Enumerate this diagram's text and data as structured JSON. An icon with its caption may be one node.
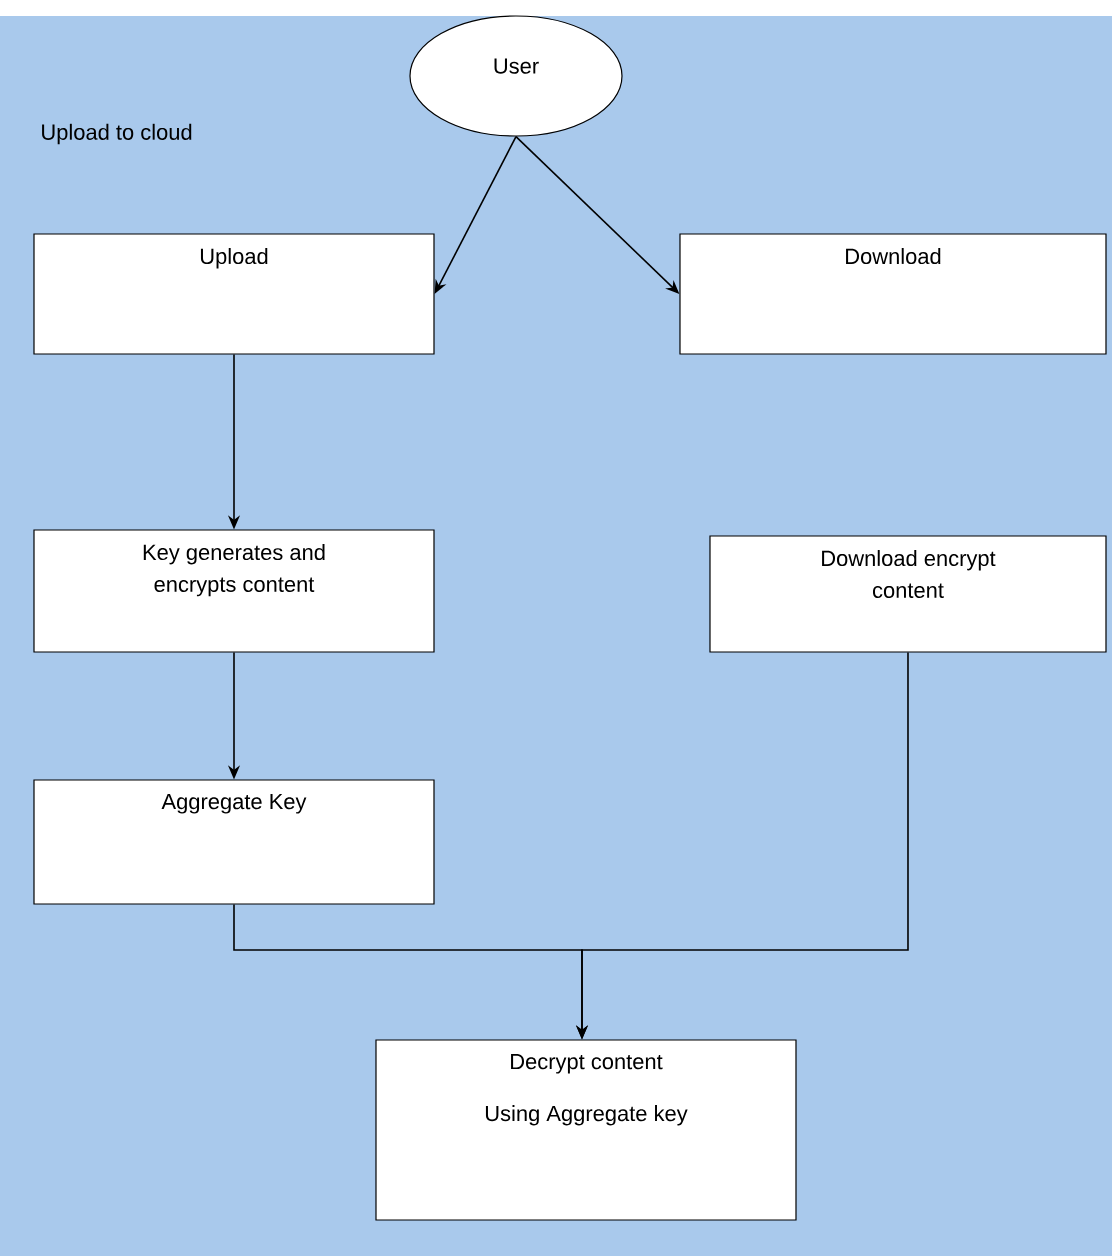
{
  "diagram": {
    "nodes": [
      {
        "text": [
          "User"
        ]
      },
      {
        "text": [
          "Upload"
        ]
      },
      {
        "text": [
          "Download"
        ]
      },
      {
        "text": [
          "Key generates and encrypts content"
        ]
      },
      {
        "text": [
          "Download encrypt content"
        ]
      },
      {
        "text": [
          "Aggregate Key"
        ]
      },
      {
        "text": [
          "Decrypt content",
          "Using Aggregate key"
        ]
      }
    ],
    "edges": [
      {
        "from": 0,
        "to": 1,
        "arrow": "to"
      },
      {
        "from": 0,
        "to": 2,
        "arrow": "to"
      },
      {
        "from": 1,
        "to": 3,
        "arrow": "to"
      },
      {
        "from": 3,
        "to": 5,
        "arrow": "to"
      },
      {
        "from": 5,
        "to": 6,
        "arrow": "to"
      },
      {
        "from": 4,
        "to": 6,
        "arrow": "to"
      }
    ],
    "labels": [
      "Upload to cloud"
    ]
  }
}
